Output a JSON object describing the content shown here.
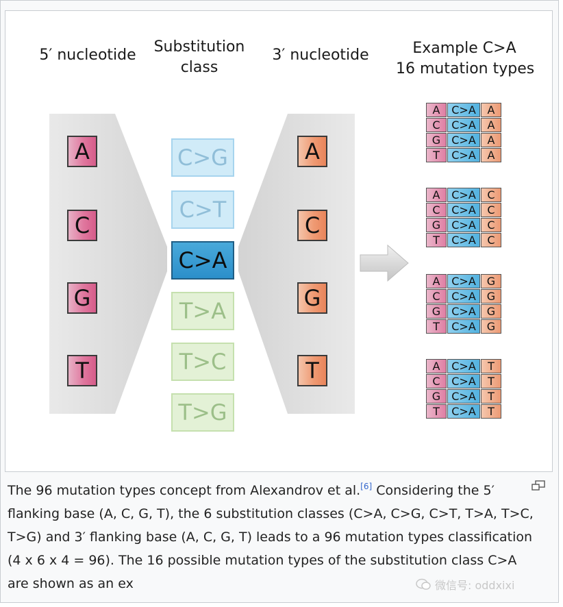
{
  "headers": {
    "five_prime": "5′ nucleotide",
    "substitution_line1": "Substitution",
    "substitution_line2": "class",
    "three_prime": "3′ nucleotide",
    "example_line1": "Example C>A",
    "example_line2": "16 mutation types"
  },
  "five_prime_bases": [
    "A",
    "C",
    "G",
    "T"
  ],
  "three_prime_bases": [
    "A",
    "C",
    "G",
    "T"
  ],
  "substitution_classes": [
    {
      "label": "C>G",
      "style": "blue-light"
    },
    {
      "label": "C>T",
      "style": "blue-light"
    },
    {
      "label": "C>A",
      "style": "blue-dark"
    },
    {
      "label": "T>A",
      "style": "green-light"
    },
    {
      "label": "T>C",
      "style": "green-light"
    },
    {
      "label": "T>G",
      "style": "green-light"
    }
  ],
  "example": {
    "substitution": "C>A",
    "groups": [
      {
        "three_prime": "A",
        "five_prime": [
          "A",
          "C",
          "G",
          "T"
        ]
      },
      {
        "three_prime": "C",
        "five_prime": [
          "A",
          "C",
          "G",
          "T"
        ]
      },
      {
        "three_prime": "G",
        "five_prime": [
          "A",
          "C",
          "G",
          "T"
        ]
      },
      {
        "three_prime": "T",
        "five_prime": [
          "A",
          "C",
          "G",
          "T"
        ]
      }
    ]
  },
  "caption": {
    "before_ref": "The 96 mutation types concept from Alexandrov et al.",
    "ref": "[6]",
    "after_ref": " Considering the 5′ flanking base (A, C, G, T), the 6 substitution classes (C>A, C>G, C>T, T>A, T>C, T>G) and 3′ flanking base (A, C, G, T) leads to a 96 mutation types classification (4 x 6 x 4 = 96). The 16 possible mutation types of the substitution class C>A are shown as an ex"
  },
  "watermark": "微信号: oddxixi",
  "colors": {
    "five_prime_fill": "#e0779e",
    "three_prime_fill": "#ef9a73",
    "highlight_substitution": "#2b8fca",
    "link": "#3366cc"
  },
  "icons": [
    "enlarge-icon",
    "right-arrow-icon",
    "wechat-icon"
  ]
}
